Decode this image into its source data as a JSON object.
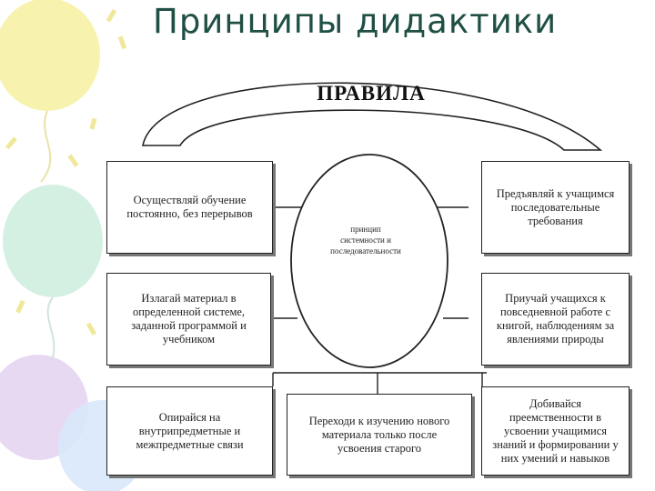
{
  "title": "Принципы дидактики",
  "diagram": {
    "header": "ПРАВИЛА",
    "center": "принцип\nсистемности и\nпоследовательности",
    "boxes": {
      "left_1": "Осуществляй обучение\nпостоянно, без перерывов",
      "left_2": "Излагай материал в\nопределенной системе,\nзаданной программой и\nучебником",
      "left_3": "Опирайся на\nвнутрипредметные и\nмежпредметные связи",
      "bottom_center": "Переходи к изучению нового\nматериала только после\nусвоения старого",
      "right_1": "Предъявляй к учащимся\nпоследовательные\nтребования",
      "right_2": "Приучай учащихся к\nповседневной работе с\nкнигой, наблюдениям за\nявлениями природы",
      "right_3": "Добивайся\nпреемственности в\nусвоении учащимися\nзнаний и формировании у\nних умений и навыков"
    }
  },
  "colors": {
    "title": "#1f4f45",
    "balloon_yellow": "#f6f0a0",
    "balloon_green": "#cfeee0",
    "balloon_purple": "#e6d5f2",
    "balloon_blue": "#d8e8fb"
  }
}
